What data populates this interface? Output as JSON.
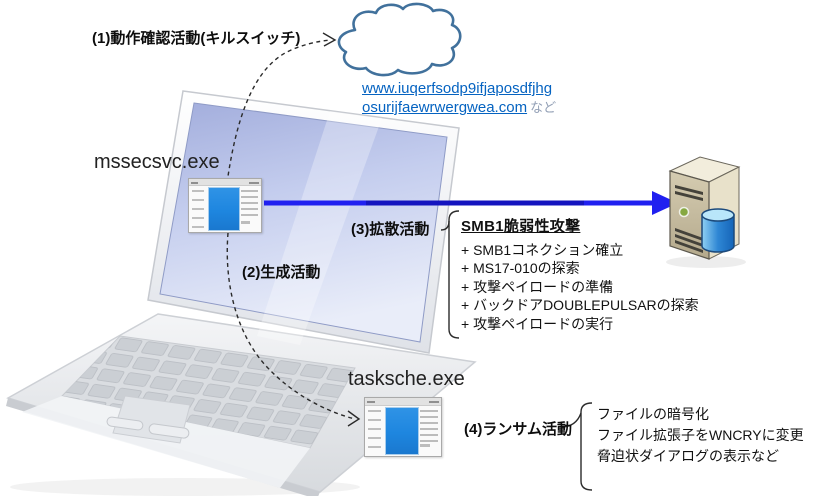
{
  "labels": {
    "step1": "(1)動作確認活動(キルスイッチ)",
    "step2": "(2)生成活動",
    "step3": "(3)拡散活動",
    "step4": "(4)ランサム活動"
  },
  "processes": {
    "main": "mssecsvc.exe",
    "child": "tasksche.exe"
  },
  "killswitch_urls": {
    "line1": "www.iuqerfsodp9ifjaposdfjhg",
    "line2": "osurijfaewrwergwea.com",
    "suffix": "など"
  },
  "smb_attack": {
    "title": "SMB1脆弱性攻撃",
    "items": [
      "+ SMB1コネクション確立",
      "+ MS17-010の探索",
      "+ 攻撃ペイロードの準備",
      "+ バックドアDOUBLEPULSARの探索",
      "+ 攻撃ペイロードの実行"
    ]
  },
  "ransom_actions": {
    "items": [
      "ファイルの暗号化",
      "ファイル拡張子をWNCRYに変更",
      "脅迫状ダイアログの表示など"
    ]
  },
  "icons": {
    "internet": "cloud-icon",
    "infected_host": "laptop-illustration",
    "main_process": "app-window-icon",
    "child_process": "app-window-icon",
    "target_server": "server-icon",
    "database": "database-icon"
  },
  "colors": {
    "arrow-blue": "#2020f0",
    "link-blue": "#0563C1",
    "cloud-outline": "#41719C",
    "window-icon-blue": "#1e86df"
  }
}
